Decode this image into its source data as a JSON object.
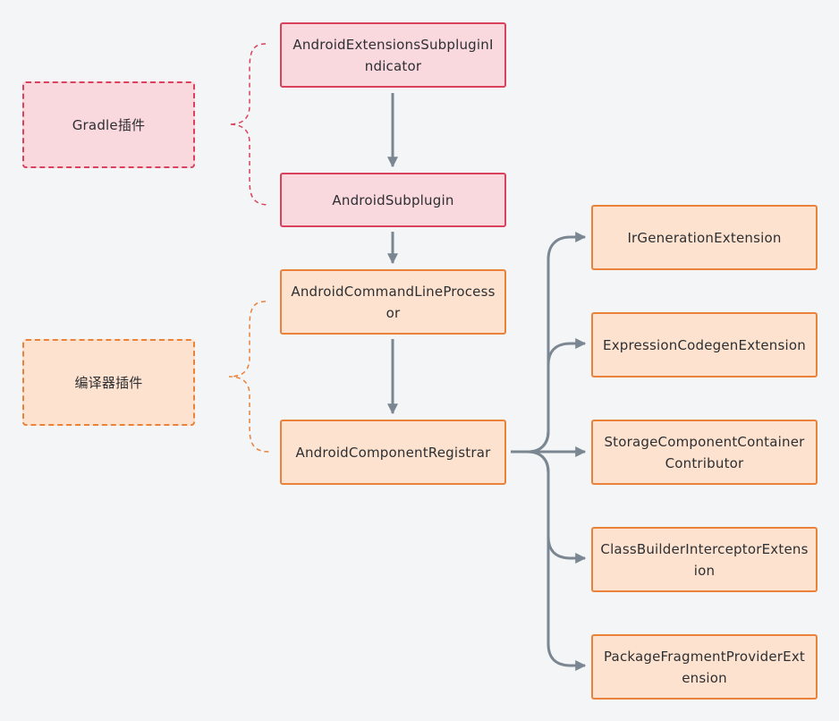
{
  "colors": {
    "background": "#f4f5f6",
    "gradle_fill": "#f9d8de",
    "gradle_border": "#d9415d",
    "compiler_fill": "#fde3cf",
    "compiler_border": "#e9823a",
    "connector": "#7a8691"
  },
  "groups": {
    "gradle": "Gradle插件",
    "compiler": "编译器插件"
  },
  "nodes": {
    "indicator": "AndroidExtensionsSubpluginIndicator",
    "subplugin": "AndroidSubplugin",
    "command_line_processor": "AndroidCommandLineProcessor",
    "component_registrar": "AndroidComponentRegistrar"
  },
  "extensions": [
    "IrGenerationExtension",
    "ExpressionCodegenExtension",
    "StorageComponentContainerContributor",
    "ClassBuilderInterceptorExtension",
    "PackageFragmentProviderExtension"
  ]
}
